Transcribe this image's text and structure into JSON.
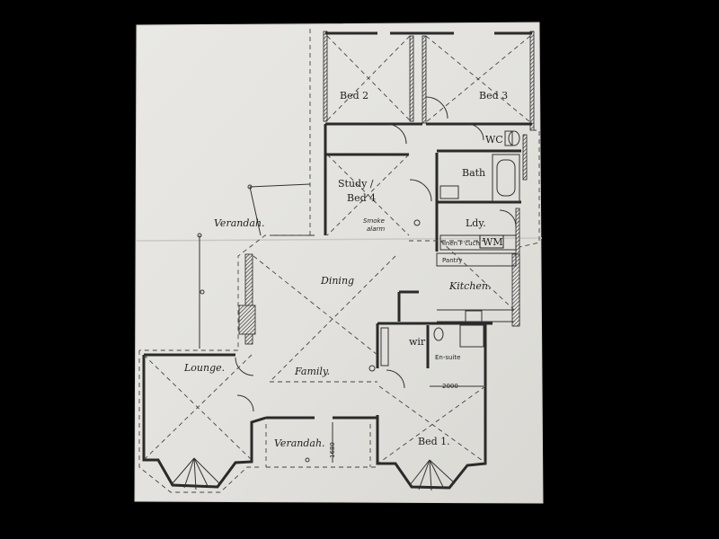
{
  "rooms": {
    "bed2": "Bed 2",
    "bed3": "Bed 3",
    "wc": "WC",
    "bath": "Bath",
    "study_line1": "Study /",
    "study_line2": "Bed 4",
    "smoke_line1": "Smoke",
    "smoke_line2": "alarm",
    "laundry": "Ldy.",
    "linen": "linen F'cuch",
    "wm": "WM",
    "pantry": "Pantry",
    "verandah_left": "Verandah.",
    "dining": "Dining",
    "kitchen": "Kitchen.",
    "wir": "wir",
    "ensuite": "En-suite",
    "lounge": "Lounge.",
    "family": "Family.",
    "verandah_bottom": "Verandah.",
    "bed1": "Bed 1."
  },
  "dimensions": {
    "ensuite_width": "2000",
    "verandah_depth": "1680"
  }
}
